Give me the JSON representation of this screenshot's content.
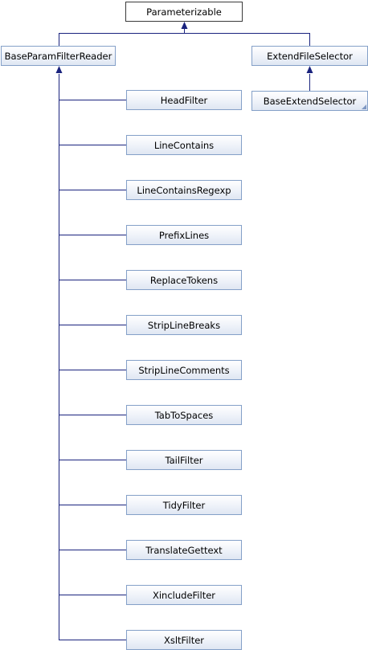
{
  "diagram": {
    "root": {
      "label": "Parameterizable"
    },
    "left_parent": {
      "label": "BaseParamFilterReader"
    },
    "right_parent": {
      "label": "ExtendFileSelector"
    },
    "right_child": {
      "label": "BaseExtendSelector"
    },
    "filters": [
      {
        "label": "HeadFilter"
      },
      {
        "label": "LineContains"
      },
      {
        "label": "LineContainsRegexp"
      },
      {
        "label": "PrefixLines"
      },
      {
        "label": "ReplaceTokens"
      },
      {
        "label": "StripLineBreaks"
      },
      {
        "label": "StripLineComments"
      },
      {
        "label": "TabToSpaces"
      },
      {
        "label": "TailFilter"
      },
      {
        "label": "TidyFilter"
      },
      {
        "label": "TranslateGettext"
      },
      {
        "label": "XincludeFilter"
      },
      {
        "label": "XsltFilter"
      }
    ]
  },
  "colors": {
    "edge": "#1a237e",
    "node_border": "#84a0c8",
    "root_border": "#3a3a3a"
  }
}
